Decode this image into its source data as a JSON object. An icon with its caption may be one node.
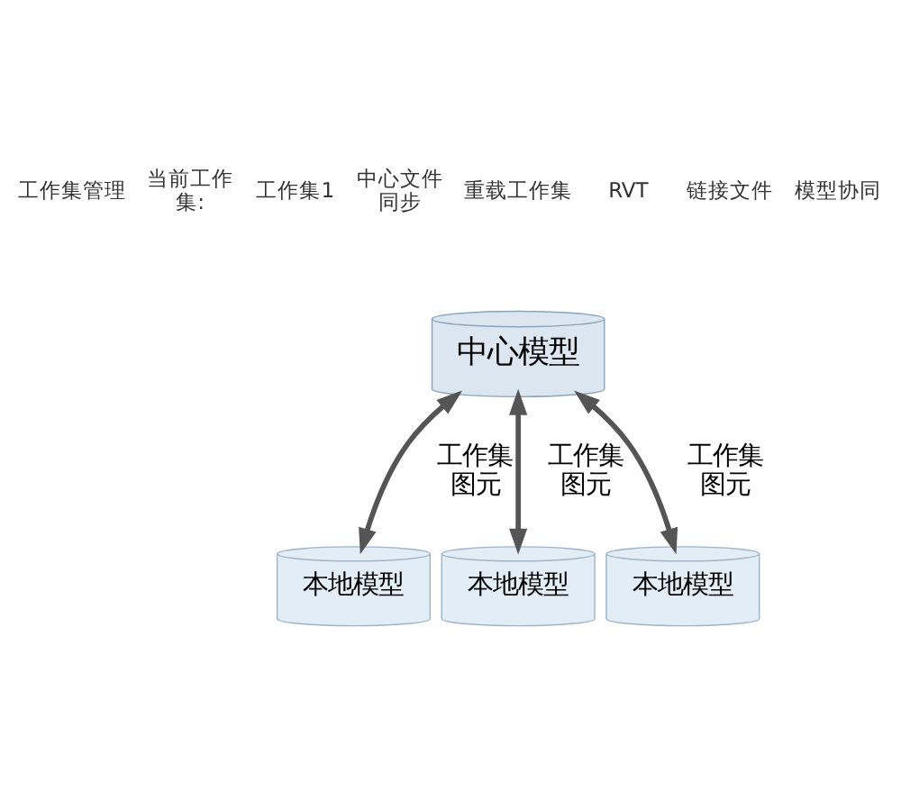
{
  "diagram": {
    "nodes": [
      {
        "text": [
          "中心模型"
        ]
      },
      {
        "text": [
          "本地模型"
        ]
      },
      {
        "text": [
          "本地模型"
        ]
      },
      {
        "text": [
          "本地模型"
        ]
      }
    ],
    "edges": [
      {
        "from": 0,
        "to": 1,
        "arrow": "both",
        "label": "工作集图元"
      },
      {
        "from": 0,
        "to": 2,
        "arrow": "both",
        "label": "工作集图元"
      },
      {
        "from": 0,
        "to": 3,
        "arrow": "both",
        "label": "工作集图元"
      }
    ],
    "labels": [
      "工作集管理",
      "当前工作集:",
      "工作集1",
      "中心文件同步",
      "重载工作集",
      "RVT",
      "链接文件",
      "模型协同"
    ]
  }
}
